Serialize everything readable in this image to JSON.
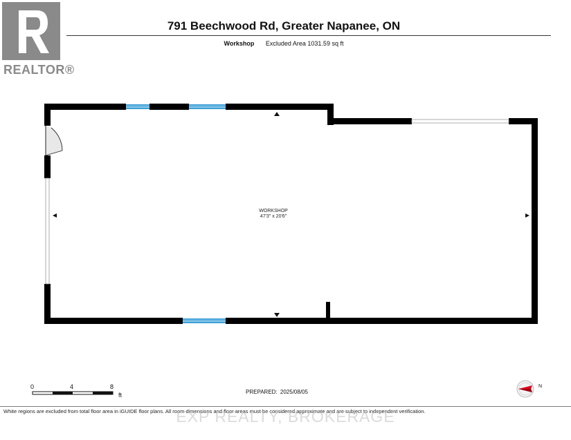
{
  "logo": {
    "text": "REALTOR®",
    "mark_color": "#8a8a8a"
  },
  "header": {
    "title": "791 Beechwood Rd, Greater Napanee, ON"
  },
  "summary": {
    "room": "Workshop",
    "area_text": "Excluded Area 1031.59 sq ft"
  },
  "room": {
    "name": "WORKSHOP",
    "dimensions": "47'3\" x 20'6\""
  },
  "scale": {
    "ticks": [
      "0",
      "4",
      "8"
    ],
    "unit": "ft"
  },
  "prepared": {
    "label": "PREPARED:",
    "date": "2025/08/05"
  },
  "compass": {
    "label": "N",
    "pointer_color": "#e0001b"
  },
  "footer": {
    "note": "White regions are excluded from total floor area in iGUIDE floor plans. All room dimensions and floor areas must be considered approximate and are subject to independent verification."
  },
  "watermark": {
    "text": "EXP REALTY, BROKERAGE"
  },
  "colors": {
    "wall": "#000000",
    "window": "#3a9ed8",
    "window_light": "#dddddd"
  }
}
